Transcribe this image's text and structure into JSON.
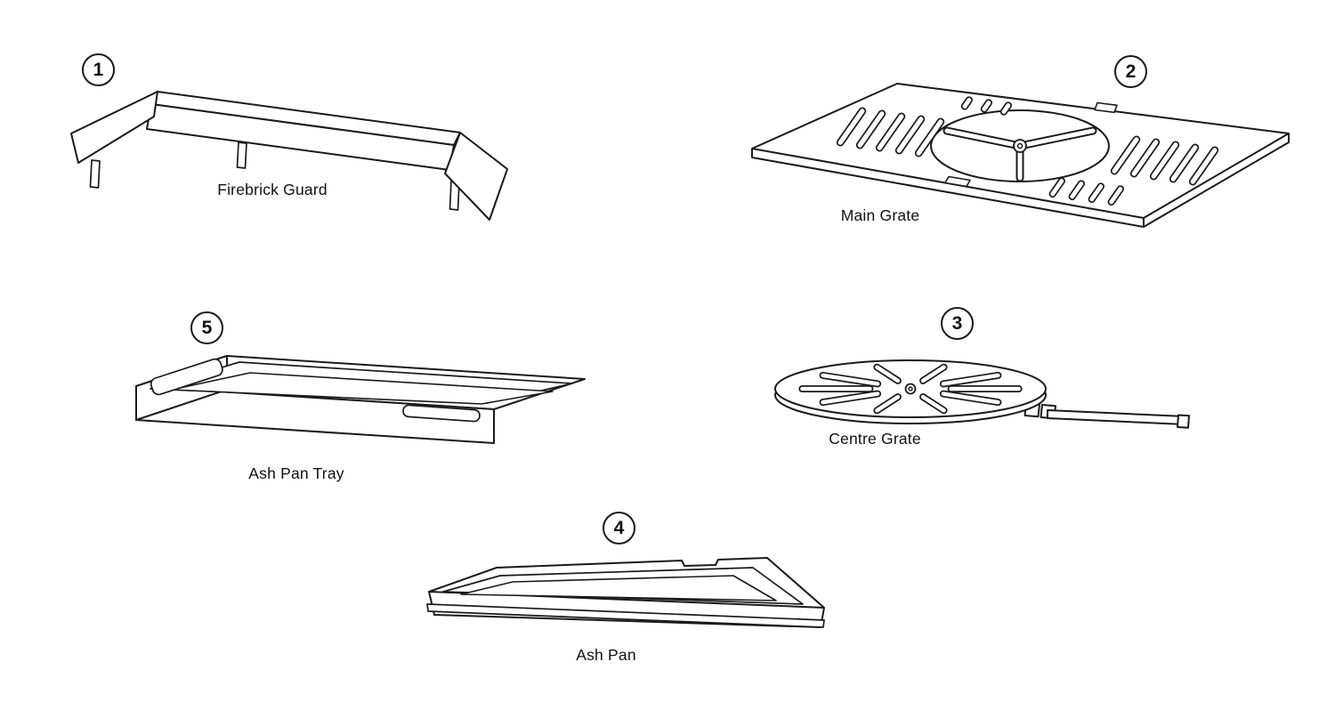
{
  "diagram": {
    "colors": {
      "background": "#ffffff",
      "line": "#1a1a1a",
      "text": "#111111"
    },
    "parts": [
      {
        "number": "1",
        "label": "Firebrick Guard"
      },
      {
        "number": "2",
        "label": "Main Grate"
      },
      {
        "number": "3",
        "label": "Centre Grate"
      },
      {
        "number": "4",
        "label": "Ash Pan"
      },
      {
        "number": "5",
        "label": "Ash Pan Tray"
      }
    ]
  }
}
